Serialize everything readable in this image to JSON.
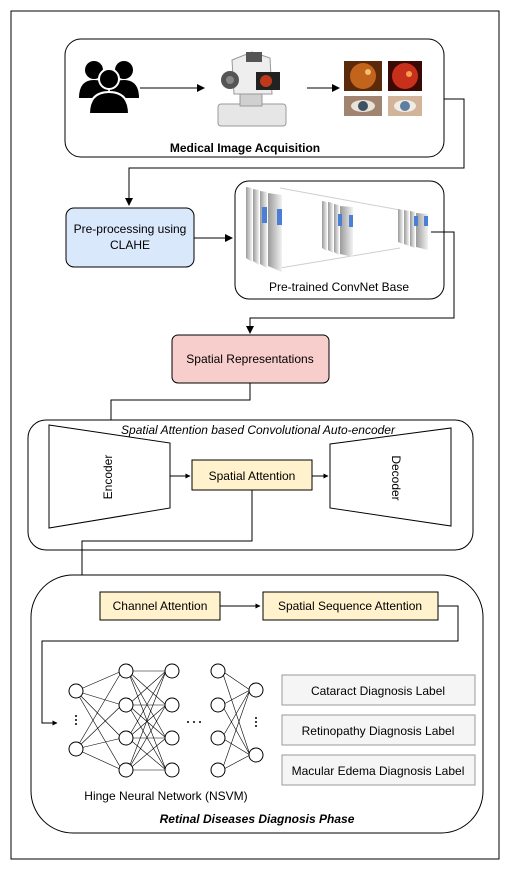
{
  "acquisition": {
    "title": "Medical Image Acquisition"
  },
  "preprocessing": {
    "line1": "Pre-processing using",
    "line2": "CLAHE"
  },
  "convnet": {
    "label": "Pre-trained ConvNet Base"
  },
  "spatial_rep": {
    "label": "Spatial Representations"
  },
  "autoencoder": {
    "title": "Spatial Attention based Convolutional Auto-encoder",
    "encoder": "Encoder",
    "attention": "Spatial Attention",
    "decoder": "Decoder"
  },
  "diagnosis": {
    "channel_attention": "Channel Attention",
    "sequence_attention": "Spatial Sequence Attention",
    "network_label": "Hinge Neural Network (NSVM)",
    "labels": [
      "Cataract Diagnosis Label",
      "Retinopathy Diagnosis Label",
      "Macular Edema Diagnosis Label"
    ],
    "title": "Retinal Diseases Diagnosis Phase"
  },
  "colors": {
    "preprocessing_fill": "#dae8fc",
    "spatial_rep_fill": "#f8cecc",
    "attention_fill": "#fff2cc",
    "label_box_fill": "#f5f5f5",
    "conv_accent": "#4a7fd6"
  },
  "icons": [
    "users-icon",
    "fundus-camera-icon",
    "retinal-images-icon",
    "neural-network-icon"
  ]
}
